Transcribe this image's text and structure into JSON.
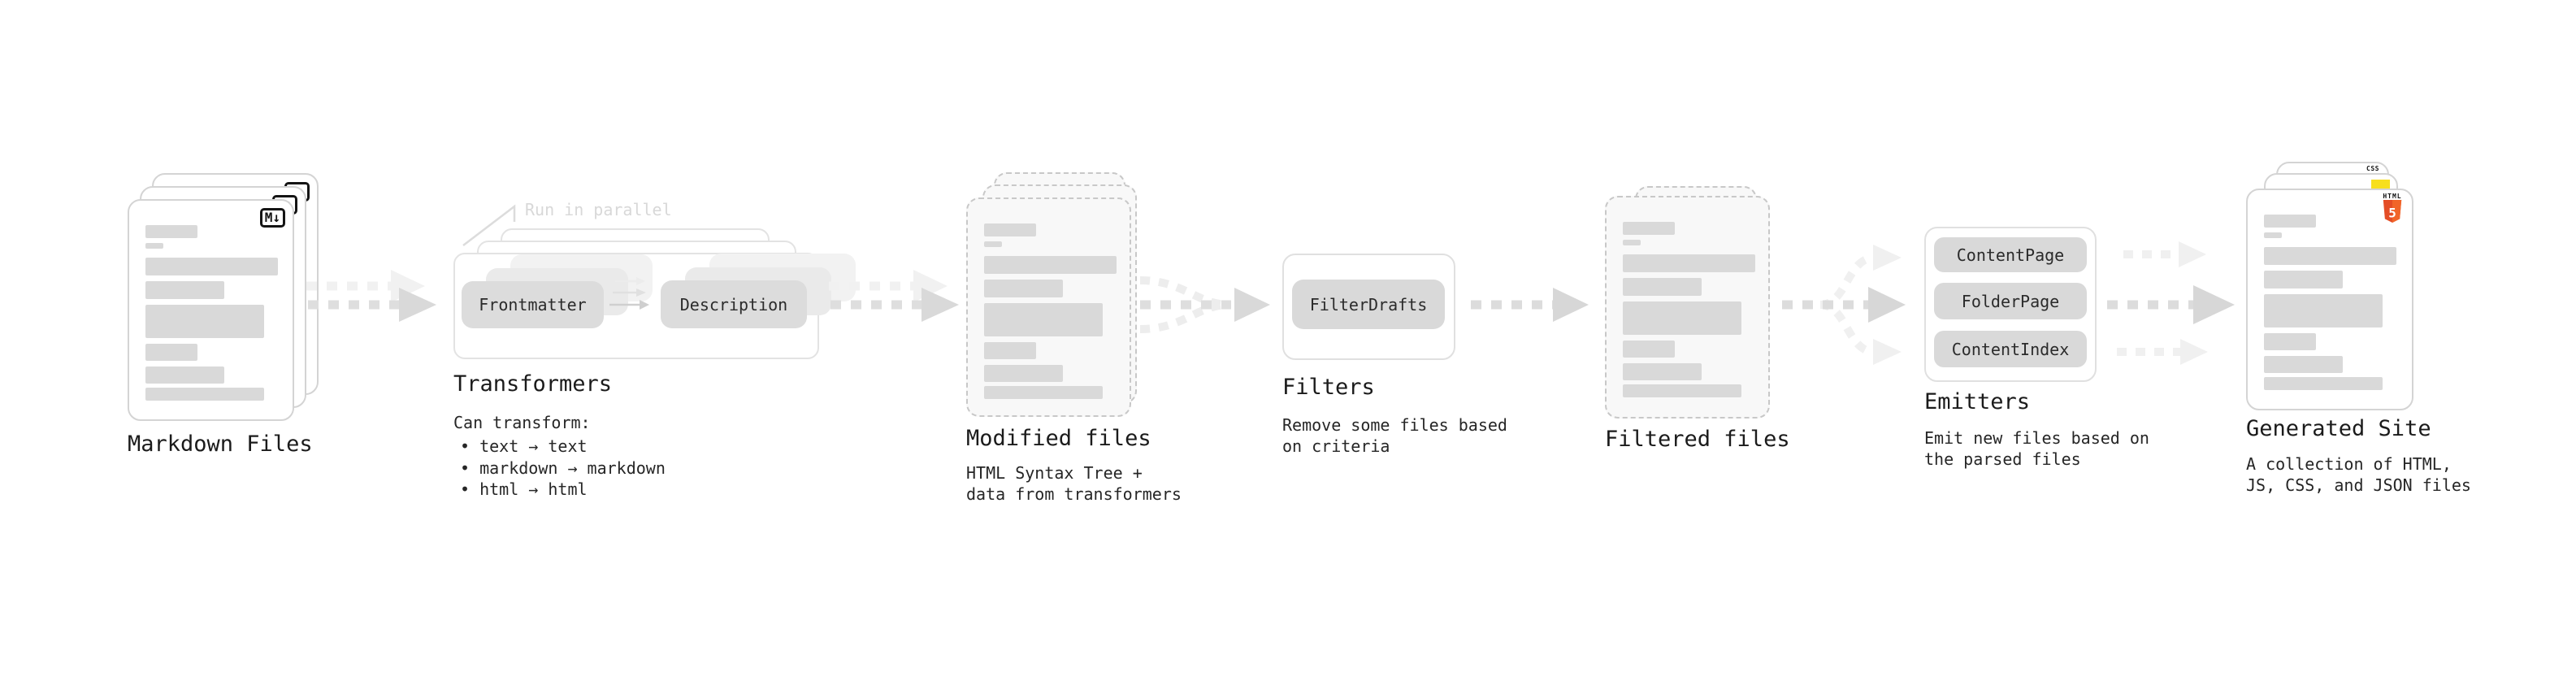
{
  "pipeline": {
    "markdown": {
      "title": "Markdown Files",
      "badge": "M↓"
    },
    "transformers": {
      "title": "Transformers",
      "note": "Run in parallel",
      "pill_frontmatter": "Frontmatter",
      "pill_description": "Description",
      "heading": "Can transform:",
      "bullet_1": "• text → text",
      "bullet_2": "• markdown → markdown",
      "bullet_3": "• html → html"
    },
    "modified": {
      "title": "Modified files",
      "line_1": "HTML Syntax Tree +",
      "line_2": "data from transformers"
    },
    "filters": {
      "title": "Filters",
      "pill": "FilterDrafts",
      "line_1": "Remove some files based",
      "line_2": "on criteria"
    },
    "filtered": {
      "title": "Filtered files"
    },
    "emitters": {
      "title": "Emitters",
      "pill_1": "ContentPage",
      "pill_2": "FolderPage",
      "pill_3": "ContentIndex",
      "line_1": "Emit new files based on",
      "line_2": "the parsed files"
    },
    "generated": {
      "title": "Generated Site",
      "line_1": "A collection of HTML,",
      "line_2": "JS, CSS, and JSON files",
      "badge_css": "CSS",
      "badge_html_word": "HTML",
      "badge_html_number": "5"
    }
  },
  "colors": {
    "html5_orange": "#e44d26",
    "js_yellow": "#f7df1e",
    "css_blue": "#2d6ae3",
    "pill_gray": "#d9d9d9",
    "note_gray": "#d8d8d8"
  }
}
